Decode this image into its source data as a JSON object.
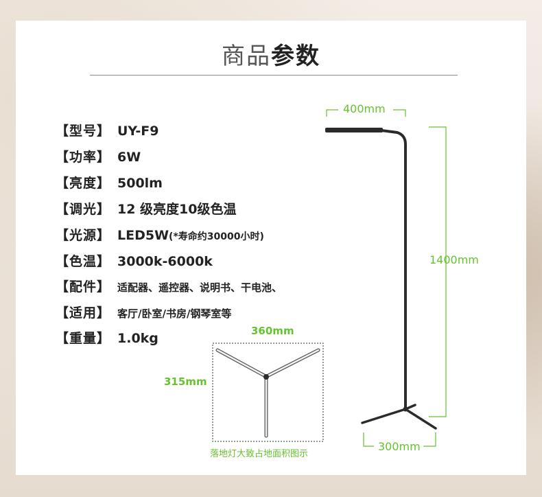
{
  "title": {
    "light": "商品",
    "bold": "参数"
  },
  "specs": [
    {
      "key": "【型号】",
      "value": "UY-F9"
    },
    {
      "key": "【功率】",
      "value": "6W"
    },
    {
      "key": "【亮度】",
      "value": "500lm"
    },
    {
      "key": "【调光】",
      "value": "12 级亮度10级色温"
    },
    {
      "key": "【光源】",
      "value": "LED5W",
      "note": "(*寿命约30000小时)"
    },
    {
      "key": "【色温】",
      "value": "3000k-6000k"
    },
    {
      "key": "【配件】",
      "value": "适配器、遥控器、说明书、干电池、"
    },
    {
      "key": "【适用】",
      "value": "客厅/卧室/书房/钢琴室等"
    },
    {
      "key": "【重量】",
      "value": "1.0kg"
    }
  ],
  "dimensions": {
    "arm_width": "400mm",
    "height": "1400mm",
    "base_width": "300mm",
    "footprint_width": "360mm",
    "footprint_depth": "315mm",
    "footprint_caption": "落地灯大致占地面积图示"
  },
  "colors": {
    "accent": "#66c22e",
    "lamp": "#2b2b2b"
  }
}
